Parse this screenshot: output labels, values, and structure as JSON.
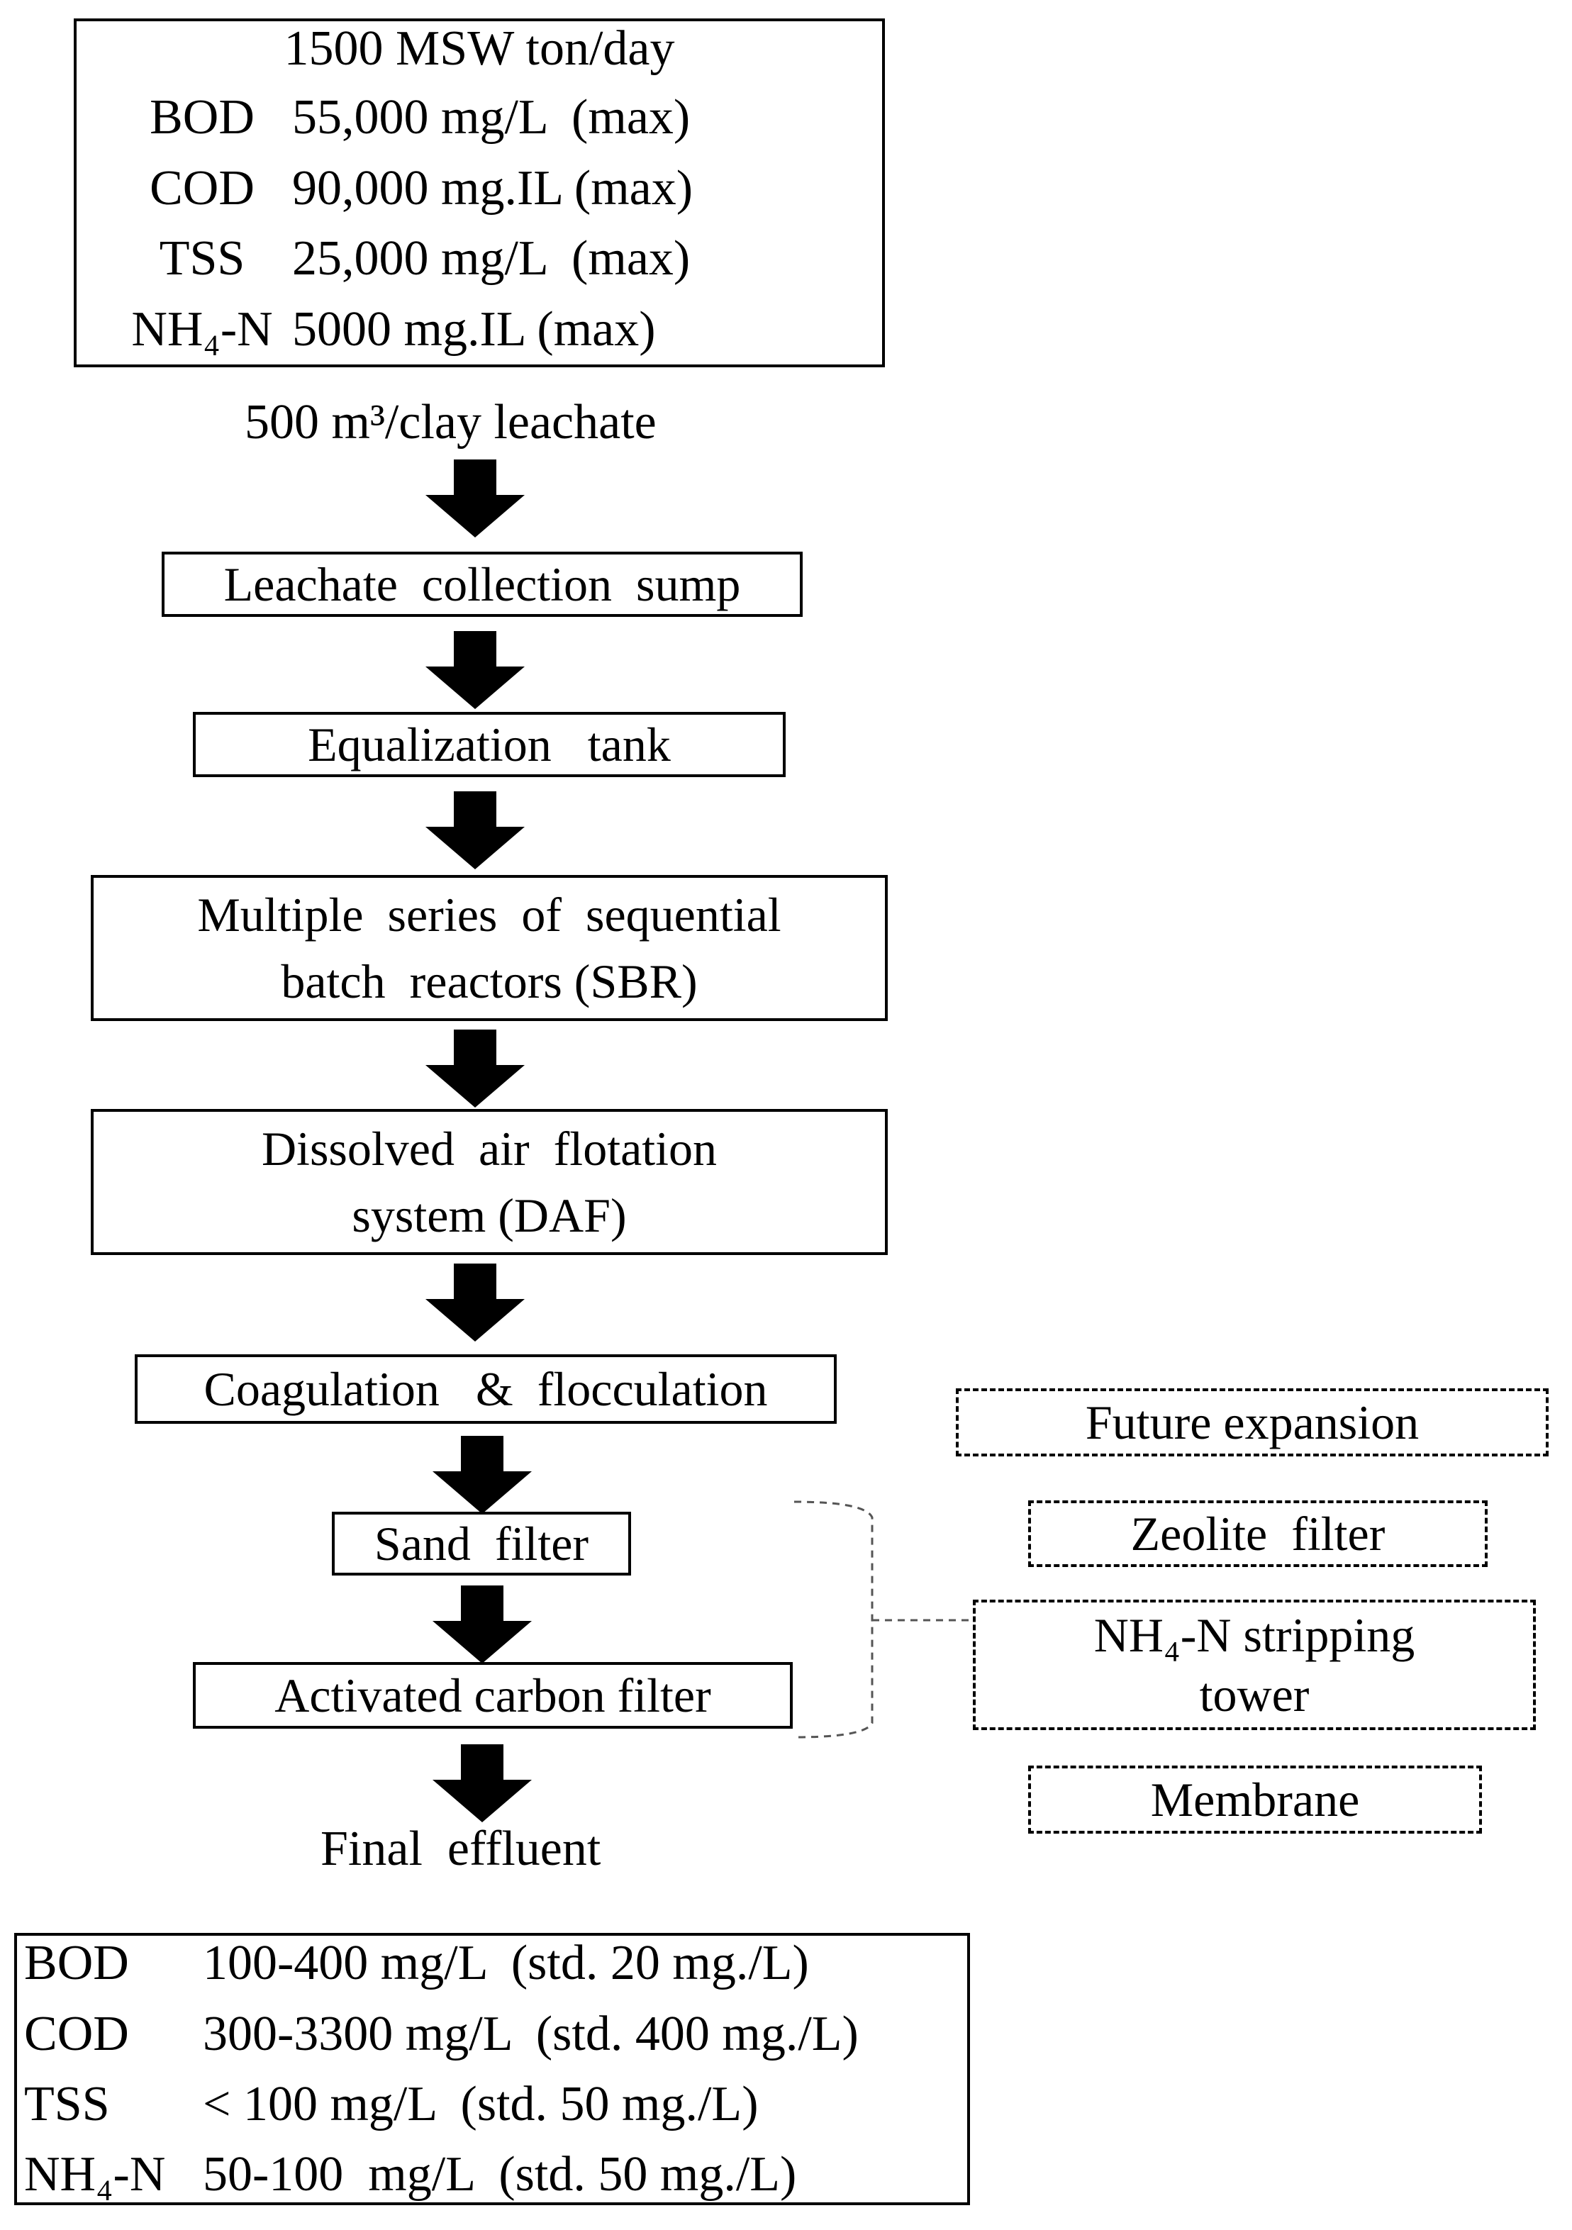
{
  "influent_box": {
    "line1": "1500 MSW ton/day",
    "rows": [
      {
        "param": "BOD",
        "value": "55,000 mg/L  (max)"
      },
      {
        "param": "COD",
        "value": "90,000 mg.IL (max)"
      },
      {
        "param": "TSS",
        "value": "25,000 mg/L  (max)"
      },
      {
        "param": "NH₄-N",
        "value": "5000 mg.IL (max)"
      }
    ]
  },
  "leachate_label": "500 m³/clay leachate",
  "steps": {
    "collection": "Leachate  collection  sump",
    "equalization": "Equalization   tank",
    "sbr_line1": "Multiple  series  of  sequential",
    "sbr_line2": "batch  reactors (SBR)",
    "daf_line1": "Dissolved  air  flotation",
    "daf_line2": "system (DAF)",
    "coagulation": "Coagulation   &  flocculation",
    "sand": "Sand  filter",
    "carbon": "Activated carbon filter"
  },
  "final_label": "Final  effluent",
  "future": {
    "title": "Future expansion",
    "zeolite": "Zeolite  filter",
    "stripping_line1": "NH₄-N stripping",
    "stripping_line2": "tower",
    "membrane": "Membrane"
  },
  "effluent_box": {
    "rows": [
      {
        "param": "BOD",
        "value": "100-400 mg/L  (std. 20 mg./L)"
      },
      {
        "param": "COD",
        "value": "300-3300 mg/L  (std. 400 mg./L)"
      },
      {
        "param": "TSS",
        "value": "< 100 mg/L  (std. 50 mg./L)"
      },
      {
        "param": "NH₄-N",
        "value": "50-100  mg/L  (std. 50 mg./L)"
      }
    ]
  }
}
